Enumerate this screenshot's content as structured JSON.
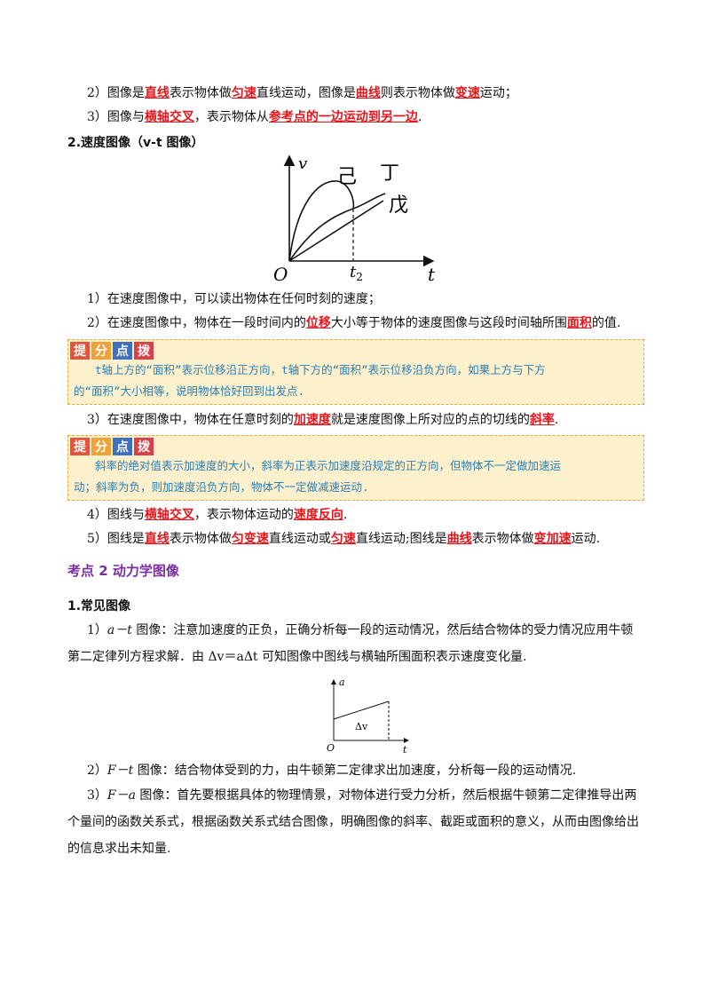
{
  "section1": {
    "item2": {
      "p1": "2）图像是",
      "h1": "直线",
      "p2": "表示物体做",
      "h2": "匀速",
      "p3": "直线运动，图像是",
      "h3": "曲线",
      "p4": "则表示物体做",
      "h4": "变速",
      "p5": "运动；"
    },
    "item3": {
      "p1": "3）图像与",
      "h1": "横轴交叉",
      "p2": "，表示物体从",
      "h2": "参考点的一边运动到另一边",
      "p3": "."
    }
  },
  "vt": {
    "heading": "2.速度图像（v-t 图像）",
    "graph": {
      "v_label": "v",
      "t_label": "t",
      "origin": "O",
      "t2_main": "t",
      "t2_sub": "2",
      "curve_ji": "己",
      "curve_ding": "丁",
      "curve_wu": "戊"
    },
    "item1": "1）在速度图像中，可以读出物体在任何时刻的速度；",
    "item2": {
      "p1": "2）在速度图像中，物体在一段时间内的",
      "h1": "位移",
      "p2": "大小等于物体的速度图像与这段时间轴所围",
      "h2": "面积",
      "p3": "的值."
    },
    "tip1": {
      "badges": [
        "提",
        "分",
        "点",
        "拨"
      ],
      "line1": "t轴上方的“面积”表示位移沿正方向，t轴下方的“面积”表示位移沿负方向，如果上方与下方",
      "line2": "的“面积”大小相等，说明物体恰好回到出发点."
    },
    "item3": {
      "p1": "3）在速度图像中，物体在任意时刻的",
      "h1": "加速度",
      "p2": "就是速度图像上所对应的点的切线的",
      "h2": "斜率",
      "p3": "."
    },
    "tip2": {
      "badges": [
        "提",
        "分",
        "点",
        "拨"
      ],
      "line1": "斜率的绝对值表示加速度的大小，斜率为正表示加速度沿规定的正方向，但物体不一定做加速运",
      "line2": "动；斜率为负，则加速度沿负方向，物体不一定做减速运动."
    },
    "item4": {
      "p1": "4）图线与",
      "h1": "横轴交叉",
      "p2": "，表示物体运动的",
      "h2": "速度反向",
      "p3": "."
    },
    "item5": {
      "p1": "5）图线是",
      "h1": "直线",
      "p2": "表示物体做",
      "h2": "匀变速",
      "p3": "直线运动或",
      "h3": "匀速",
      "p4": "直线运动;图线是",
      "h4": "曲线",
      "p5": "表示物体做",
      "h5": "变加速",
      "p6": "运动."
    }
  },
  "kaodian2": {
    "title": "考点 2  动力学图像",
    "sub": "1.常见图像",
    "item1_line1": {
      "p1": "1）",
      "sym": "a－t",
      "p2": " 图像：注意加速度的正负，正确分析每一段的运动情况，然后结合物体的受力情况应用牛顿"
    },
    "item1_line2": "第二定律列方程求解．由 Δv＝aΔt 可知图像中图线与横轴所围面积表示速度变化量.",
    "at_graph": {
      "a_label": "a",
      "t_label": "t",
      "origin": "O",
      "area_label": "Δv"
    },
    "item2": {
      "p1": "2）",
      "sym": "F－t",
      "p2": " 图像：结合物体受到的力，由牛顿第二定律求出加速度，分析每一段的运动情况."
    },
    "item3_line1": {
      "p1": "3）",
      "sym": "F－a",
      "p2": " 图像：首先要根据具体的物理情景，对物体进行受力分析，然后根据牛顿第二定律推导出两"
    },
    "item3_line2": "个量间的函数关系式，根据函数关系式结合图像，明确图像的斜率、截距或面积的意义，从而由图像给出",
    "item3_line3": "的信息求出未知量."
  },
  "colors": {
    "highlight": "#e8141a",
    "heading_purple": "#7a2ea0",
    "tip_text": "#2a7fb6",
    "tip_bg": "#fdf0cc",
    "badge_colors": [
      "#e5543a",
      "#f0a23a",
      "#3f6fc0",
      "#d8404a"
    ]
  }
}
